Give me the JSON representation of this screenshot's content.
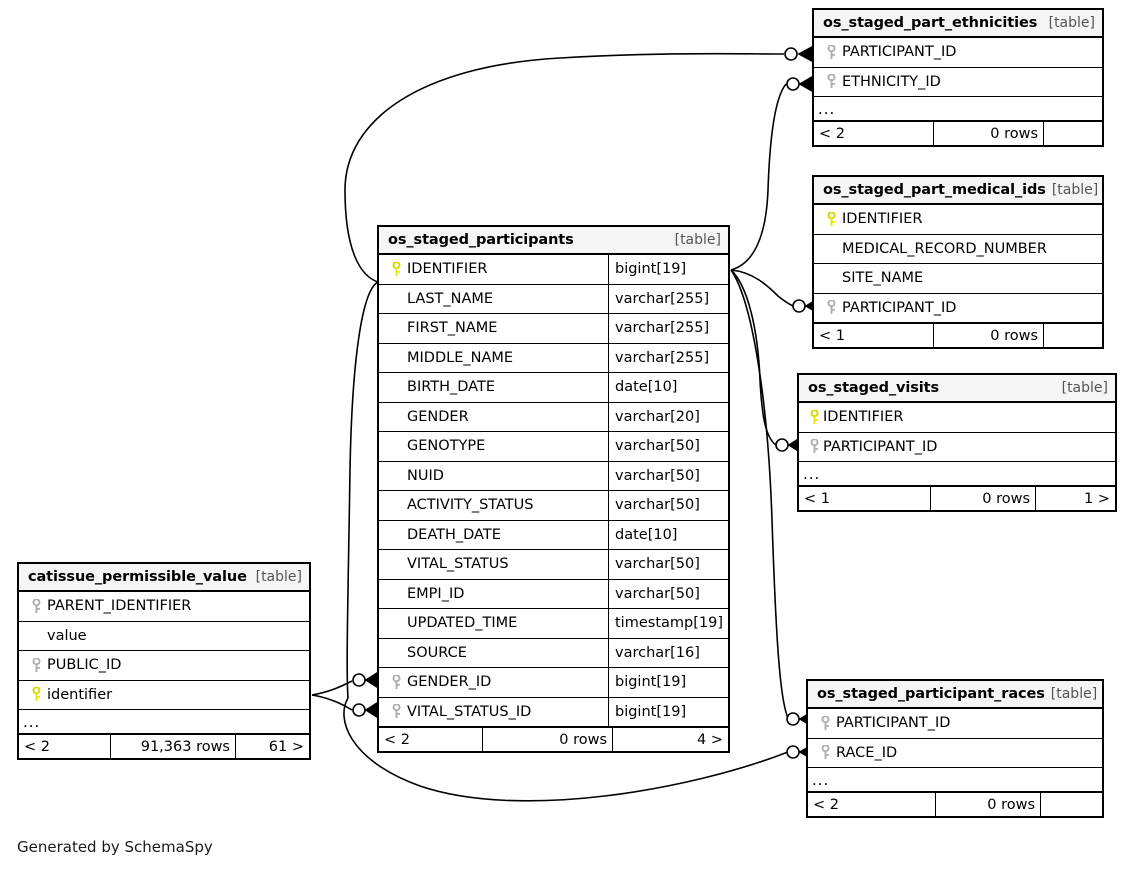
{
  "diagram": {
    "title": "SchemaSpy relationships diagram",
    "credit": "Generated by SchemaSpy",
    "table_kind_label": "[table]",
    "ellipsis": "...",
    "colors": {
      "primary_key": "#e8e800",
      "foreign_key": "#b0b0b0",
      "border": "#000000",
      "header_bg": "#f5f5f5",
      "background": "#ffffff",
      "edge": "#000000"
    }
  },
  "tables": {
    "participants": {
      "name": "os_staged_participants",
      "kind": "[table]",
      "columns": [
        {
          "key": "pk",
          "name": "IDENTIFIER",
          "type": "bigint[19]"
        },
        {
          "key": "",
          "name": "LAST_NAME",
          "type": "varchar[255]"
        },
        {
          "key": "",
          "name": "FIRST_NAME",
          "type": "varchar[255]"
        },
        {
          "key": "",
          "name": "MIDDLE_NAME",
          "type": "varchar[255]"
        },
        {
          "key": "",
          "name": "BIRTH_DATE",
          "type": "date[10]"
        },
        {
          "key": "",
          "name": "GENDER",
          "type": "varchar[20]"
        },
        {
          "key": "",
          "name": "GENOTYPE",
          "type": "varchar[50]"
        },
        {
          "key": "",
          "name": "NUID",
          "type": "varchar[50]"
        },
        {
          "key": "",
          "name": "ACTIVITY_STATUS",
          "type": "varchar[50]"
        },
        {
          "key": "",
          "name": "DEATH_DATE",
          "type": "date[10]"
        },
        {
          "key": "",
          "name": "VITAL_STATUS",
          "type": "varchar[50]"
        },
        {
          "key": "",
          "name": "EMPI_ID",
          "type": "varchar[50]"
        },
        {
          "key": "",
          "name": "UPDATED_TIME",
          "type": "timestamp[19]"
        },
        {
          "key": "",
          "name": "SOURCE",
          "type": "varchar[16]"
        },
        {
          "key": "fk",
          "name": "GENDER_ID",
          "type": "bigint[19]"
        },
        {
          "key": "fk",
          "name": "VITAL_STATUS_ID",
          "type": "bigint[19]"
        }
      ],
      "footer": {
        "prev": "< 2",
        "rows": "0 rows",
        "next": "4 >"
      }
    },
    "permissible_value": {
      "name": "catissue_permissible_value",
      "kind": "[table]",
      "columns": [
        {
          "key": "fk",
          "name": "PARENT_IDENTIFIER",
          "type": ""
        },
        {
          "key": "",
          "name": "value",
          "type": ""
        },
        {
          "key": "fk",
          "name": "PUBLIC_ID",
          "type": ""
        },
        {
          "key": "pk",
          "name": "identifier",
          "type": ""
        }
      ],
      "has_ellipsis": true,
      "footer": {
        "prev": "< 2",
        "rows": "91,363 rows",
        "next": "61 >"
      }
    },
    "part_ethnicities": {
      "name": "os_staged_part_ethnicities",
      "kind": "[table]",
      "columns": [
        {
          "key": "fk",
          "name": "PARTICIPANT_ID",
          "type": ""
        },
        {
          "key": "fk",
          "name": "ETHNICITY_ID",
          "type": ""
        }
      ],
      "has_ellipsis": true,
      "footer": {
        "prev": "< 2",
        "rows": "0 rows",
        "next": ""
      }
    },
    "part_medical_ids": {
      "name": "os_staged_part_medical_ids",
      "kind": "[table]",
      "columns": [
        {
          "key": "pk",
          "name": "IDENTIFIER",
          "type": ""
        },
        {
          "key": "",
          "name": "MEDICAL_RECORD_NUMBER",
          "type": ""
        },
        {
          "key": "",
          "name": "SITE_NAME",
          "type": ""
        },
        {
          "key": "fk",
          "name": "PARTICIPANT_ID",
          "type": ""
        }
      ],
      "has_ellipsis": false,
      "footer": {
        "prev": "< 1",
        "rows": "0 rows",
        "next": ""
      }
    },
    "visits": {
      "name": "os_staged_visits",
      "kind": "[table]",
      "columns": [
        {
          "key": "pk",
          "name": "IDENTIFIER",
          "type": ""
        },
        {
          "key": "fk",
          "name": "PARTICIPANT_ID",
          "type": ""
        }
      ],
      "has_ellipsis": true,
      "footer": {
        "prev": "< 1",
        "rows": "0 rows",
        "next": "1 >"
      }
    },
    "participant_races": {
      "name": "os_staged_participant_races",
      "kind": "[table]",
      "columns": [
        {
          "key": "fk",
          "name": "PARTICIPANT_ID",
          "type": ""
        },
        {
          "key": "fk",
          "name": "RACE_ID",
          "type": ""
        }
      ],
      "has_ellipsis": true,
      "footer": {
        "prev": "< 2",
        "rows": "0 rows",
        "next": ""
      }
    }
  },
  "relationships": [
    {
      "from": "os_staged_participants.IDENTIFIER",
      "to": "os_staged_part_ethnicities.PARTICIPANT_ID"
    },
    {
      "from": "os_staged_participants.IDENTIFIER",
      "to": "os_staged_part_ethnicities.ETHNICITY_ID"
    },
    {
      "from": "os_staged_participants.IDENTIFIER",
      "to": "os_staged_part_medical_ids.PARTICIPANT_ID"
    },
    {
      "from": "os_staged_participants.IDENTIFIER",
      "to": "os_staged_visits.PARTICIPANT_ID"
    },
    {
      "from": "os_staged_participants.IDENTIFIER",
      "to": "os_staged_participant_races.PARTICIPANT_ID"
    },
    {
      "from": "os_staged_participants.IDENTIFIER",
      "to": "os_staged_participant_races.RACE_ID"
    },
    {
      "from": "catissue_permissible_value.identifier",
      "to": "os_staged_participants.GENDER_ID"
    },
    {
      "from": "catissue_permissible_value.identifier",
      "to": "os_staged_participants.VITAL_STATUS_ID"
    }
  ]
}
